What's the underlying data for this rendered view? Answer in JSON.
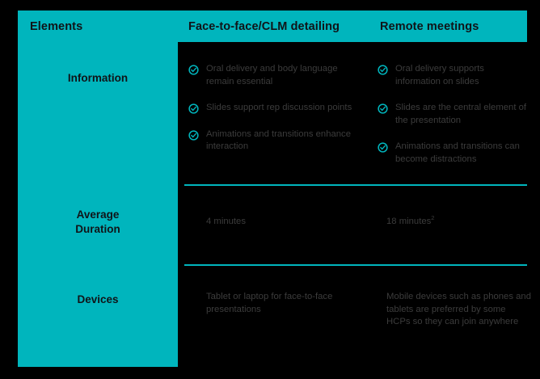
{
  "colors": {
    "background": "#000000",
    "accent_teal": "#00b5bd",
    "header_text": "#101418",
    "body_text": "#3c3c3c"
  },
  "header": {
    "elements_label": "Elements",
    "columns": [
      {
        "label": "Face-to-face/CLM detailing"
      },
      {
        "label": "Remote meetings"
      }
    ]
  },
  "rows": [
    {
      "label": "Information",
      "col1_bullets": [
        "Oral delivery and body language remain essential",
        "Slides support rep discussion points",
        "Animations and transitions enhance interaction"
      ],
      "col2_bullets": [
        "Oral delivery supports information on slides",
        "Slides are the central element of the presentation",
        "Animations and transitions can become distractions"
      ]
    },
    {
      "label_line1": "Average",
      "label_line2": "Duration",
      "col1_text": "4 minutes",
      "col2_text": "18 minutes",
      "col2_footnote": "2"
    },
    {
      "label": "Devices",
      "col1_text": "Tablet or laptop for face-to-face presentations",
      "col2_text": "Mobile devices such as phones and tablets are preferred by some HCPs so they can join anywhere"
    }
  ],
  "icons": {
    "bullet": "check-circle-icon"
  }
}
